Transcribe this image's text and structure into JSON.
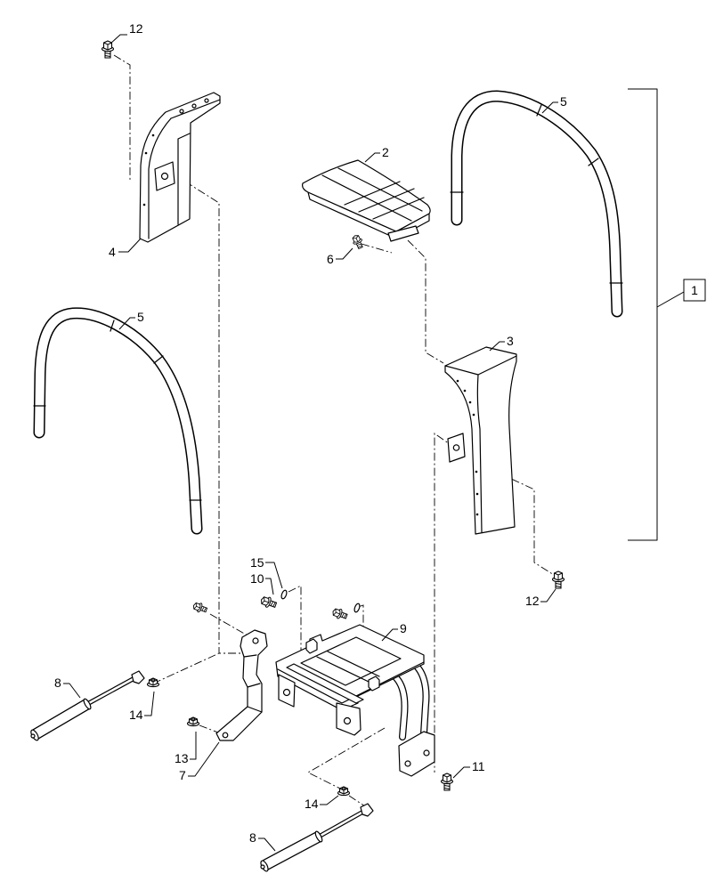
{
  "callouts": [
    "12",
    "5",
    "2",
    "4",
    "6",
    "1",
    "5",
    "3",
    "15",
    "10",
    "12",
    "9",
    "8",
    "14",
    "13",
    "7",
    "11",
    "14",
    "8"
  ]
}
